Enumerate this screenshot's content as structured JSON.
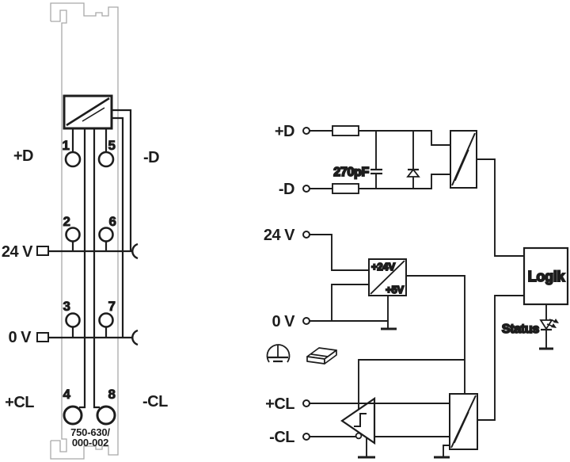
{
  "colors": {
    "ink": "#1d1d1d",
    "outline_gray": "#a9a9a9",
    "background": "#ffffff"
  },
  "module": {
    "pin_numbers": [
      "1",
      "2",
      "3",
      "4",
      "5",
      "6",
      "7",
      "8"
    ],
    "labels": {
      "plus_d": "+D",
      "minus_d": "-D",
      "v24": "24 V",
      "v0": "0 V",
      "plus_cl": "+CL",
      "minus_cl": "-CL"
    },
    "part_number": {
      "line1": "750-630/",
      "line2": "000-002"
    }
  },
  "schematic": {
    "terminals": {
      "plus_d": "+D",
      "minus_d": "-D",
      "v24": "24 V",
      "v0": "0 V",
      "plus_cl": "+CL",
      "minus_cl": "-CL"
    },
    "capacitor_value": "270pF",
    "dc_converter": {
      "primary": "+24V",
      "secondary": "+5V"
    },
    "logic_block": "Logik",
    "status_led": "Status"
  }
}
